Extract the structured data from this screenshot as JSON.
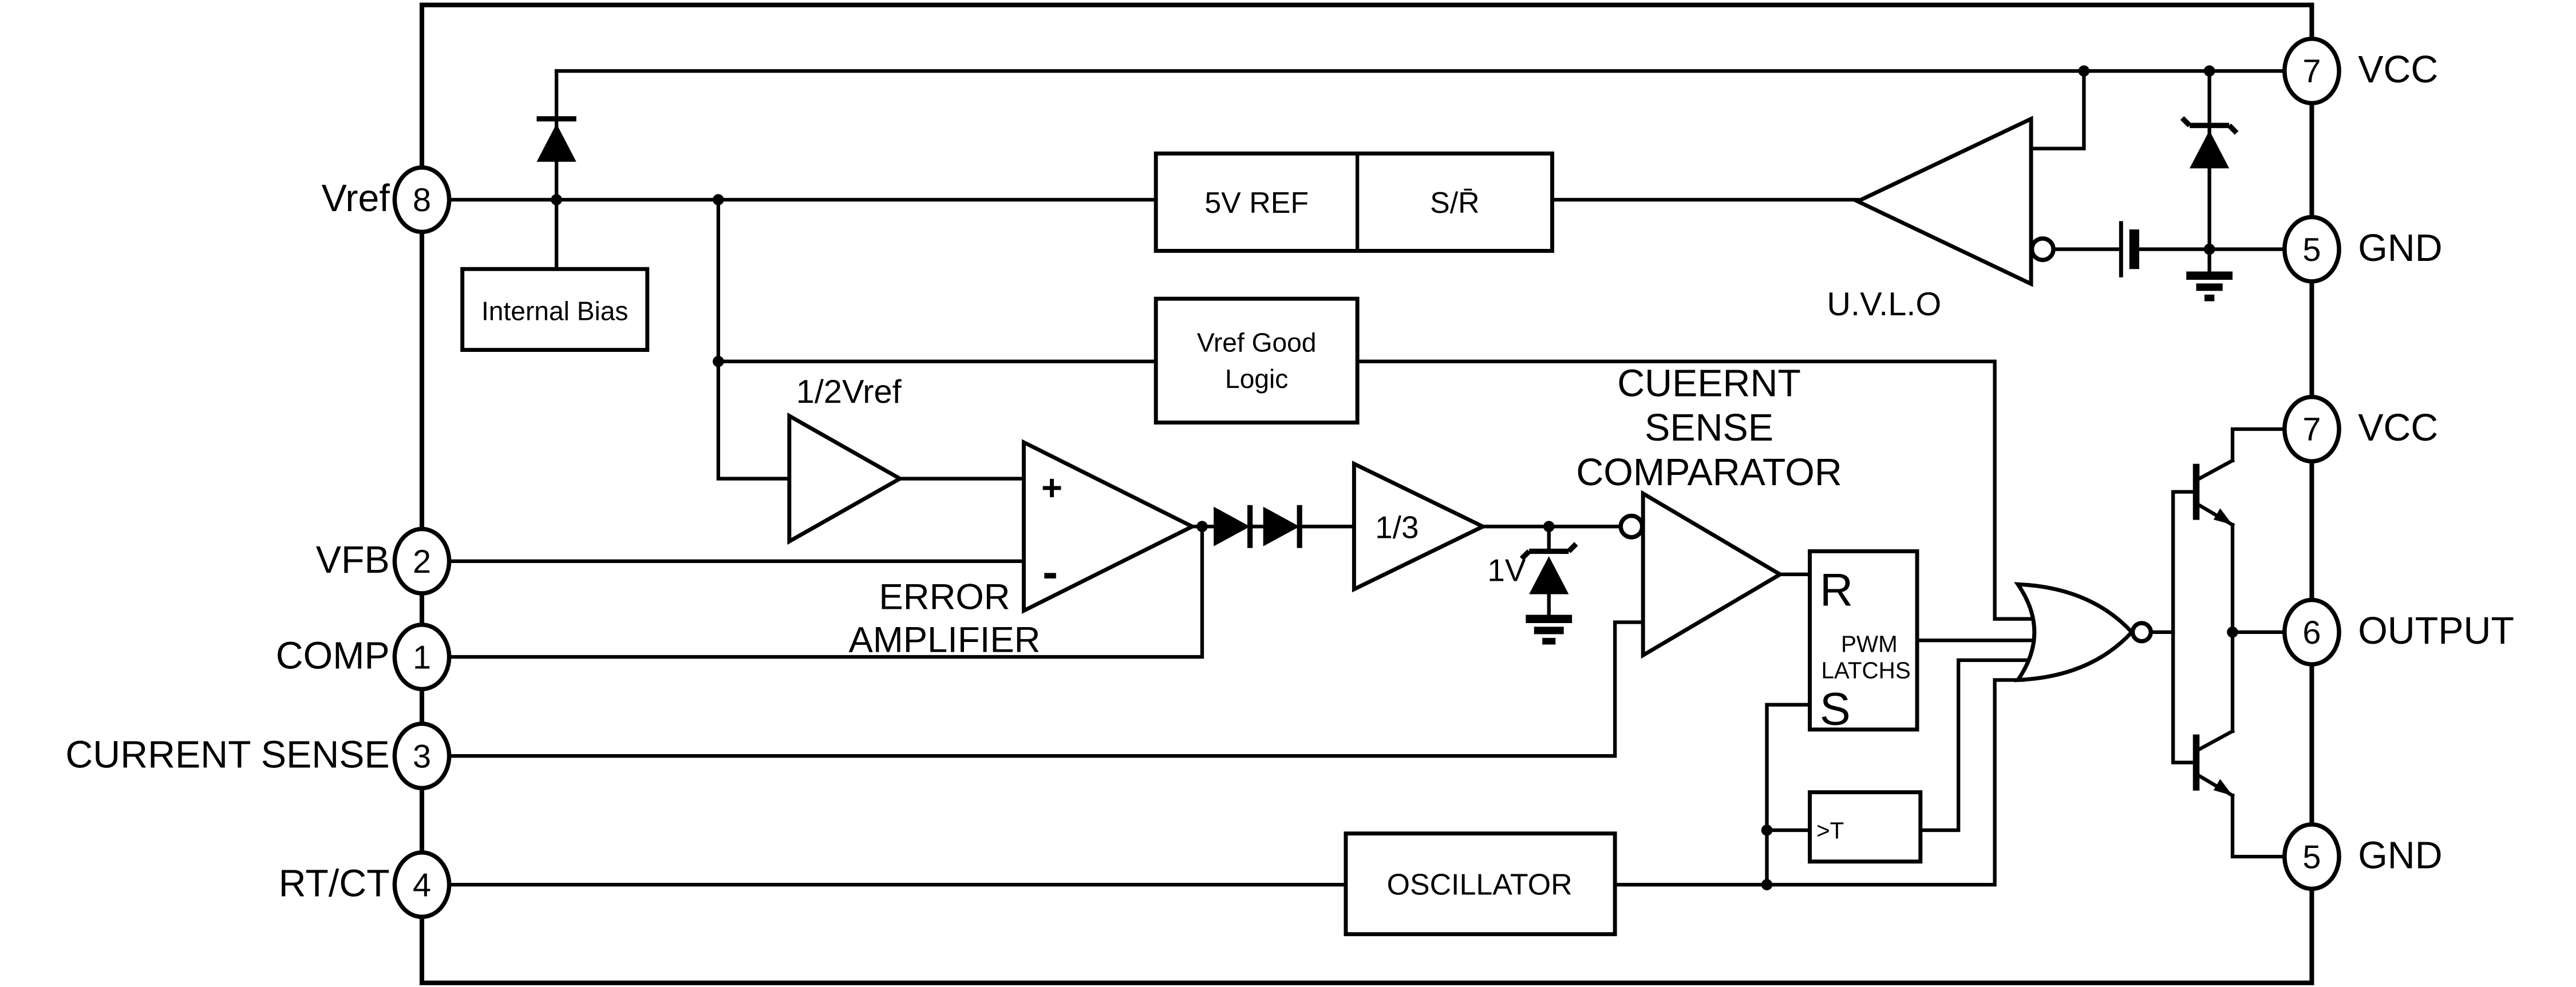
{
  "diagram": {
    "colors": {
      "background": "#ffffff",
      "line": "#000000"
    },
    "pins": {
      "left": [
        {
          "number": "8",
          "label": "Vref"
        },
        {
          "number": "2",
          "label": "VFB"
        },
        {
          "number": "1",
          "label": "COMP"
        },
        {
          "number": "3",
          "label": "CURRENT SENSE"
        },
        {
          "number": "4",
          "label": "RT/CT"
        }
      ],
      "right": [
        {
          "number": "7",
          "label": "VCC"
        },
        {
          "number": "5",
          "label": "GND"
        },
        {
          "number": "7",
          "label": "VCC"
        },
        {
          "number": "6",
          "label": "OUTPUT"
        },
        {
          "number": "5",
          "label": "GND"
        }
      ]
    },
    "blocks": {
      "internal_bias": "Internal Bias",
      "five_v_ref": "5V REF",
      "s_r_bar": "S/R̄",
      "vref_good_line1": "Vref Good",
      "vref_good_line2": "Logic",
      "oscillator": "OSCILLATOR",
      "pwm_latch": {
        "r": "R",
        "pwm": "PWM",
        "latchs": "LATCHS",
        "s": "S"
      },
      "timing": ">T"
    },
    "labels": {
      "uvlo": "U.V.L.O",
      "half_vref": "1/2Vref",
      "error_line1": "ERROR",
      "error_line2": "AMPLIFIER",
      "one_third": "1/3",
      "one_volt": "1V",
      "cs_line1": "CUEERNT",
      "cs_line2": "SENSE",
      "cs_line3": "COMPARATOR",
      "plus": "+",
      "minus": "-"
    }
  }
}
